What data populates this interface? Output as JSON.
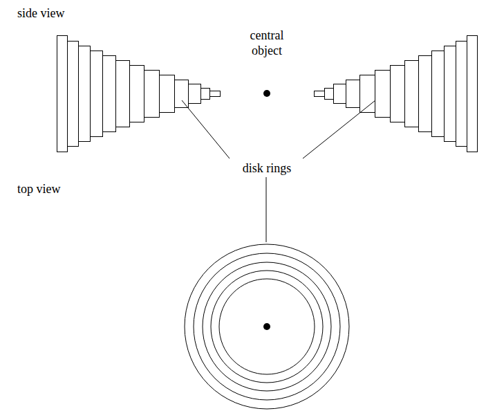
{
  "diagram": {
    "labels": [
      "side view",
      "central object",
      "disk rings",
      "top view"
    ]
  }
}
